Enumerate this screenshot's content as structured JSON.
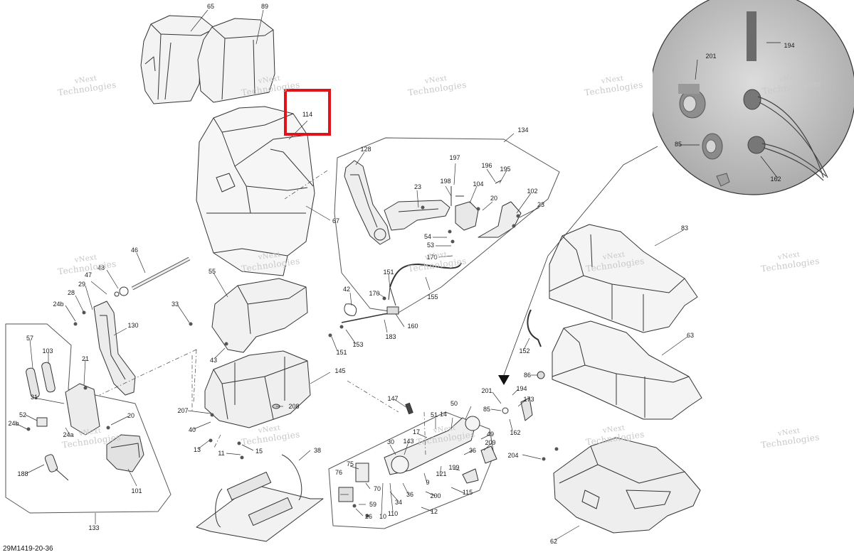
{
  "diagram": {
    "reference_code": "29M1419-20-36",
    "watermark": {
      "line1": "vNext",
      "line2": "Technologies"
    },
    "highlight_color": "#e0131b",
    "highlighted_part": "114",
    "inset_labels": [
      "194",
      "201",
      "85",
      "162"
    ],
    "labels": [
      "65",
      "89",
      "114",
      "128",
      "134",
      "197",
      "196",
      "195",
      "198",
      "104",
      "23",
      "20",
      "102",
      "23",
      "67",
      "54",
      "53",
      "170",
      "46",
      "48",
      "47",
      "29",
      "28",
      "24b",
      "130",
      "55",
      "33",
      "42",
      "151",
      "170",
      "155",
      "160",
      "183",
      "151",
      "153",
      "43",
      "57",
      "103",
      "21",
      "31",
      "52",
      "24b",
      "24a",
      "20",
      "101",
      "188",
      "133",
      "207",
      "40",
      "13",
      "208",
      "145",
      "11",
      "15",
      "38",
      "147",
      "75",
      "76",
      "70",
      "59",
      "26",
      "10",
      "110",
      "34",
      "36",
      "30",
      "143",
      "51",
      "14",
      "50",
      "49",
      "209",
      "17",
      "36",
      "199",
      "121",
      "9",
      "115",
      "200",
      "12",
      "83",
      "63",
      "152",
      "86",
      "201",
      "194",
      "173",
      "85",
      "162",
      "204",
      "62"
    ]
  }
}
